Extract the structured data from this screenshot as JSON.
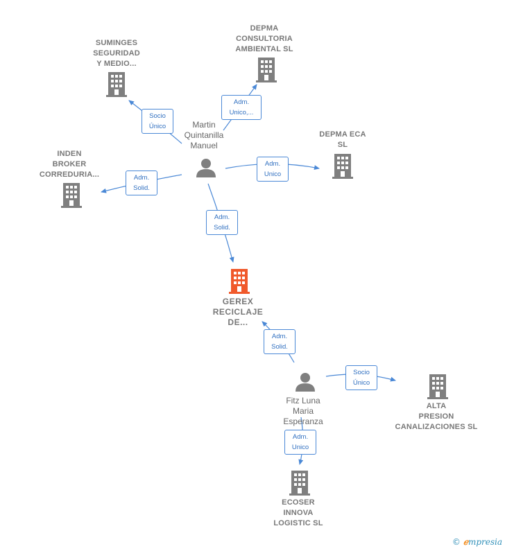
{
  "colors": {
    "edge": "#4a88d6",
    "building": "#7f7f7f",
    "main_building": "#f0592b",
    "person": "#7f7f7f"
  },
  "nodes": {
    "suminges": {
      "label": [
        "SUMINGES",
        "SEGURIDAD",
        "Y MEDIO..."
      ],
      "icon": "building-icon"
    },
    "depma_consultoria": {
      "label": [
        "DEPMA",
        "CONSULTORIA",
        "AMBIENTAL  SL"
      ],
      "icon": "building-icon"
    },
    "martin": {
      "label": [
        "Martin",
        "Quintanilla",
        "Manuel"
      ],
      "icon": "person-icon"
    },
    "depma_eca": {
      "label": [
        "DEPMA ECA",
        "SL"
      ],
      "icon": "building-icon"
    },
    "inden": {
      "label": [
        "INDEN",
        "BROKER",
        "CORREDURIA..."
      ],
      "icon": "building-icon"
    },
    "gerex": {
      "label": [
        "GEREX",
        "RECICLAJE",
        "DE..."
      ],
      "icon": "building-icon"
    },
    "fitz": {
      "label": [
        "Fitz Luna",
        "Maria",
        "Esperanza"
      ],
      "icon": "person-icon"
    },
    "alta_presion": {
      "label": [
        "ALTA",
        "PRESION",
        "CANALIZACIONES SL"
      ],
      "icon": "building-icon"
    },
    "ecoser": {
      "label": [
        "ECOSER",
        "INNOVA",
        "LOGISTIC  SL"
      ],
      "icon": "building-icon"
    }
  },
  "edges": {
    "martin_suminges": [
      "Socio",
      "Único"
    ],
    "martin_depma_consultoria": [
      "Adm.",
      "Unico,..."
    ],
    "martin_depma_eca": [
      "Adm.",
      "Unico"
    ],
    "martin_inden": [
      "Adm.",
      "Solid."
    ],
    "martin_gerex": [
      "Adm.",
      "Solid."
    ],
    "fitz_gerex": [
      "Adm.",
      "Solid."
    ],
    "fitz_alta_presion": [
      "Socio",
      "Único"
    ],
    "fitz_ecoser": [
      "Adm.",
      "Unico"
    ]
  },
  "brand": {
    "copyright": "©",
    "name_first": "ℯ",
    "name_rest": "mpresia"
  }
}
